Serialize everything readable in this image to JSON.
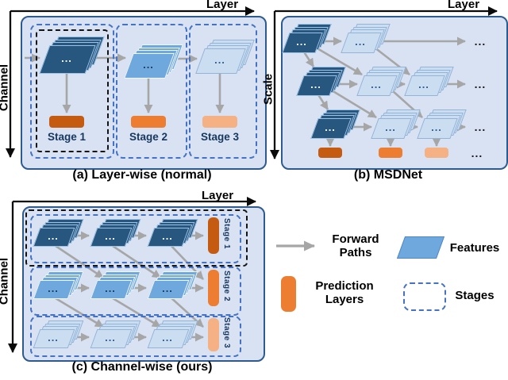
{
  "figure": {
    "glyphs": {
      "ellipsis": "..."
    },
    "panels": {
      "a": {
        "caption": "(a) Layer-wise (normal)",
        "axis_top": "Layer",
        "axis_left": "Channel",
        "stage_labels": [
          "Stage 1",
          "Stage 2",
          "Stage 3"
        ]
      },
      "b": {
        "caption": "(b) MSDNet",
        "axis_top": "Layer",
        "axis_left": "Scale"
      },
      "c": {
        "caption": "(c) Channel-wise (ours)",
        "axis_top": "Layer",
        "axis_left": "Channel",
        "stage_labels": [
          "Stage 1",
          "Stage 2",
          "Stage 3"
        ]
      }
    },
    "legend": {
      "forward_paths": "Forward\nPaths",
      "features": "Features",
      "prediction_layers": "Prediction\nLayers",
      "stages": "Stages"
    },
    "colors": {
      "panel_bg": "#D8E2F3",
      "panel_border": "#2E5B8F",
      "feature_dark": "#27567F",
      "feature_mid": "#6FA8DC",
      "feature_light": "#CBDEF1",
      "prediction_dark": "#C55A11",
      "prediction_mid": "#ED7D31",
      "prediction_light": "#F5B183",
      "forward_path_gray": "#A6A6A6",
      "stage_dash_blue": "#4472C4"
    }
  }
}
